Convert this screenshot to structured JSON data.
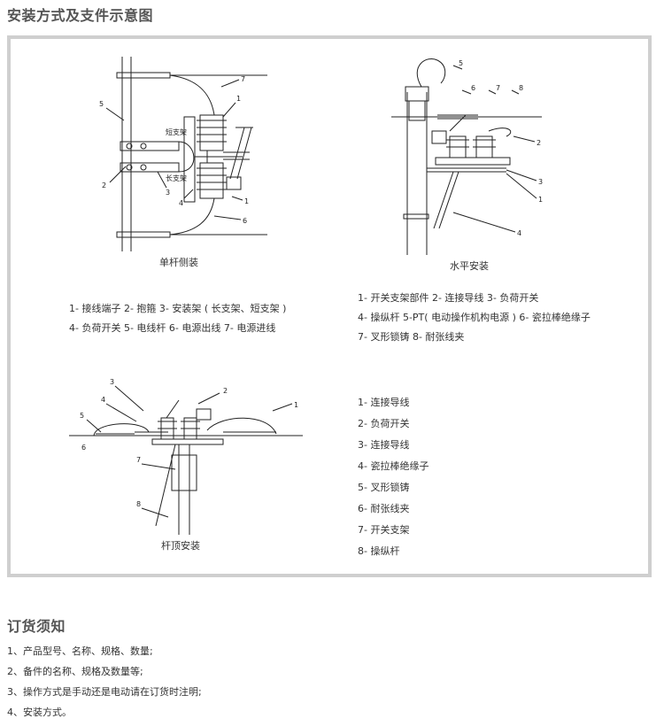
{
  "page": {
    "title": "安装方式及支件示意图",
    "order_title": "订货须知"
  },
  "diagrams": {
    "single_pole_side": {
      "caption": "单杆侧装",
      "inner_labels": [
        "短支架",
        "长支架"
      ],
      "callouts": [
        "1",
        "2",
        "3",
        "4",
        "5",
        "6",
        "7"
      ],
      "legend": [
        "1- 接线端子 2- 抱箍 3- 安装架 ( 长支架、短支架 )",
        "4- 负荷开关 5- 电线杆 6- 电源出线 7- 电源进线"
      ]
    },
    "horizontal": {
      "caption": "水平安装",
      "callouts": [
        "1",
        "2",
        "3",
        "4",
        "5",
        "6",
        "7",
        "8"
      ],
      "legend": [
        "1- 开关支架部件 2- 连接导线 3- 负荷开关",
        "4- 操纵杆 5-PT( 电动操作机构电源 ) 6- 瓷拉棒绝缘子",
        "7- 叉形锁铸 8- 耐张线夹"
      ]
    },
    "pole_top": {
      "caption": "杆顶安装",
      "callouts": [
        "1",
        "2",
        "3",
        "4",
        "5",
        "6",
        "7",
        "8"
      ],
      "legend": [
        "1- 连接导线",
        "2- 负荷开关",
        "3- 连接导线",
        "4- 瓷拉棒绝缘子",
        "5- 叉形锁铸",
        "6- 耐张线夹",
        "7- 开关支架",
        "8- 操纵杆"
      ]
    }
  },
  "order_notes": [
    "1、产品型号、名称、规格、数量;",
    "2、备件的名称、规格及数量等;",
    "3、操作方式是手动还是电动请在订货时注明;",
    "4、安装方式。"
  ]
}
